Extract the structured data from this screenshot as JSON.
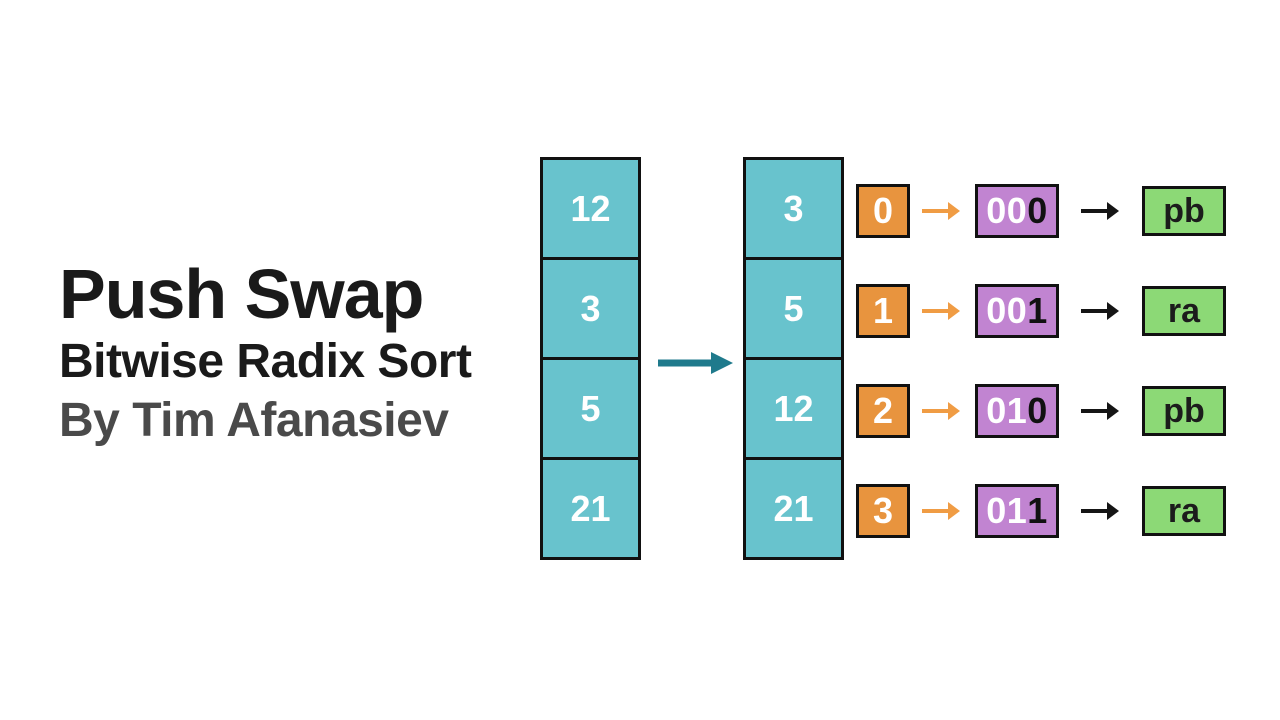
{
  "slide": {
    "title": "Push Swap",
    "subtitle": "Bitwise Radix Sort",
    "author": "By Tim Afanasiev"
  },
  "stacks": {
    "before": {
      "values": [
        "12",
        "3",
        "5",
        "21"
      ]
    },
    "after": {
      "values": [
        "3",
        "5",
        "12",
        "21"
      ]
    }
  },
  "mapping_rows": [
    {
      "index": "0",
      "bits_high": "00",
      "bit_low": "0",
      "operation": "pb"
    },
    {
      "index": "1",
      "bits_high": "00",
      "bit_low": "1",
      "operation": "ra"
    },
    {
      "index": "2",
      "bits_high": "01",
      "bit_low": "0",
      "operation": "pb"
    },
    {
      "index": "3",
      "bits_high": "01",
      "bit_low": "1",
      "operation": "ra"
    }
  ],
  "colors": {
    "stack_cell_fill": "#68C3CD",
    "transform_arrow": "#1F7A8C",
    "index_box_fill": "#E8943E",
    "index_arrow": "#F09C44",
    "binary_box_fill": "#C184D1",
    "operation_box_fill": "#8CD976",
    "border": "#111111",
    "title_text": "#1A1A1A",
    "author_text": "#4A4A4A"
  }
}
